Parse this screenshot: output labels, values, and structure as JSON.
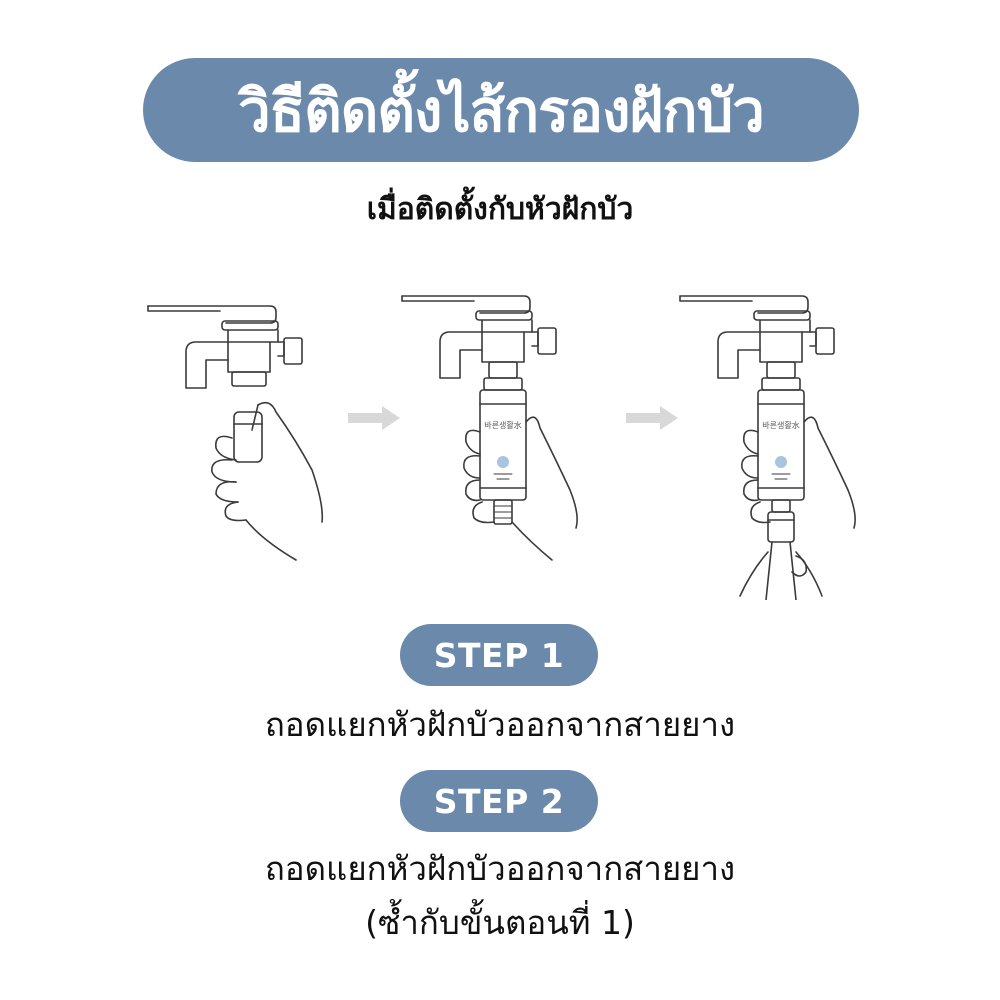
{
  "header": {
    "title": "วิธีติดตั้งไส้กรองฝักบัว",
    "subtitle": "เมื่อติดตั้งกับหัวฝักบัว"
  },
  "illustration": {
    "filter_label": "바른생활水",
    "colors": {
      "line": "#3a3a3a",
      "arrow": "#d8d8d8",
      "drop": "#a9c4de"
    }
  },
  "steps": [
    {
      "label": "STEP 1",
      "text": "ถอดแยกหัวฝักบัวออกจากสายยาง"
    },
    {
      "label": "STEP 2",
      "text": "ถอดแยกหัวฝักบัวออกจากสายยาง",
      "note": "(ซ้ำกับขั้นตอนที่ 1)"
    }
  ],
  "colors": {
    "accent": "#6b89ab",
    "text": "#111111",
    "background": "#ffffff"
  }
}
